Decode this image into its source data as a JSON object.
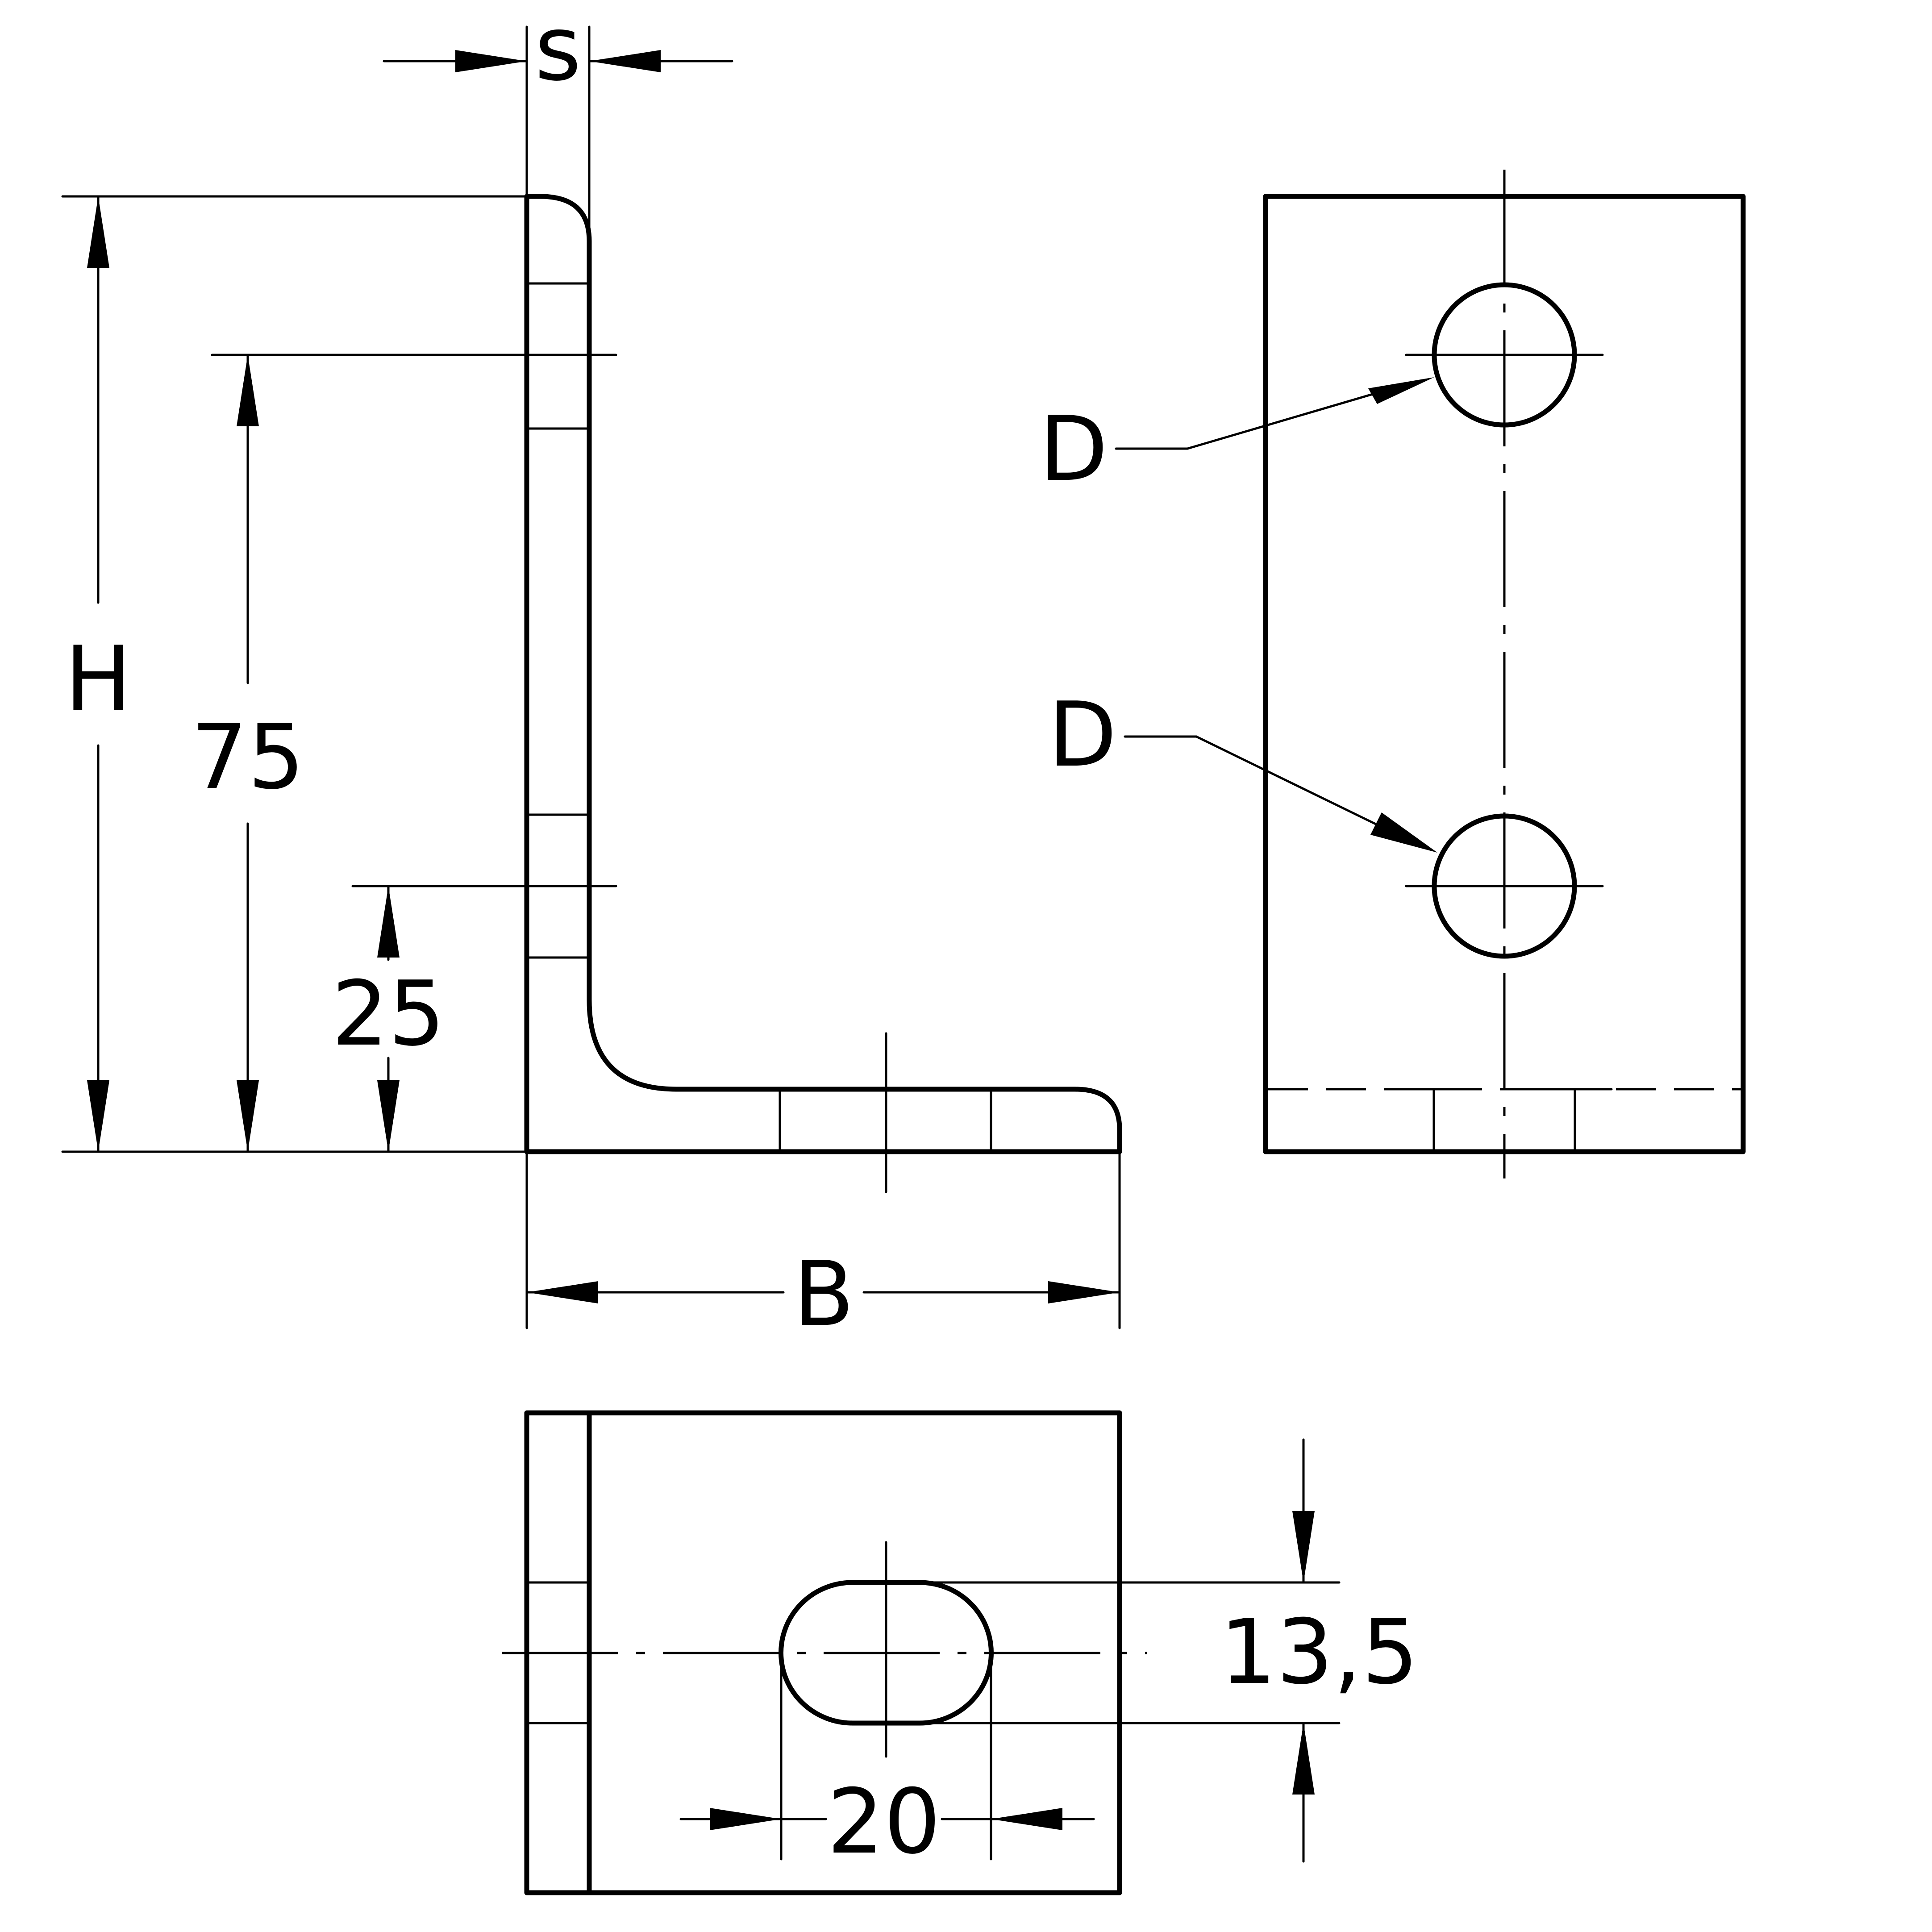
{
  "labels": {
    "s": "s",
    "h": "H",
    "dim75": "75",
    "dim25": "25",
    "b": "B",
    "d1": "D",
    "d2": "D",
    "dim135": "13,5",
    "dim20": "20"
  }
}
